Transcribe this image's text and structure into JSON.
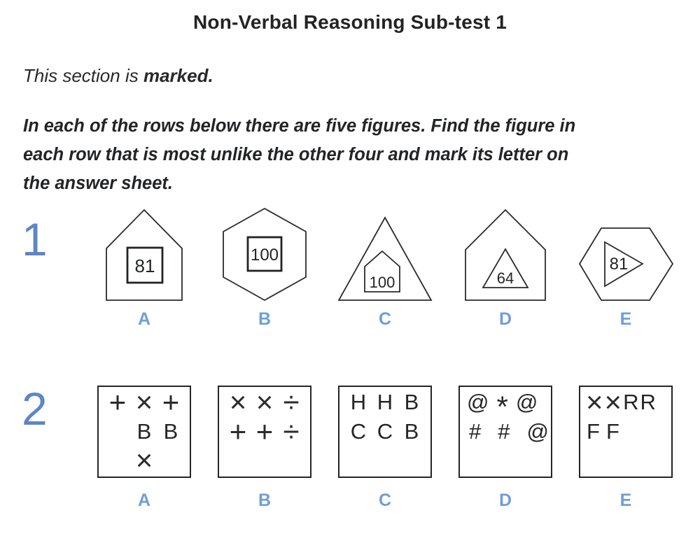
{
  "title": "Non-Verbal Reasoning Sub-test 1",
  "note": {
    "prefix": "This section is ",
    "emphasis": "marked."
  },
  "instructions": {
    "lines": [
      "In each of the rows below there are five figures. Find the figure in",
      "each row that is most unlike the other four and mark its letter on",
      "the answer sheet."
    ]
  },
  "colors": {
    "question_number_blue": "#5d85c8",
    "option_label_blue": "#6f9ed8",
    "ink": "#232426"
  },
  "q1": {
    "number": "1",
    "figures": [
      {
        "label": "A",
        "outer": "house-pentagon",
        "inner": "square",
        "value": "81"
      },
      {
        "label": "B",
        "outer": "hexagon-vertical",
        "inner": "square",
        "value": "100"
      },
      {
        "label": "C",
        "outer": "triangle",
        "inner": "house-pentagon",
        "value": "100"
      },
      {
        "label": "D",
        "outer": "house-pentagon",
        "inner": "triangle",
        "value": "64"
      },
      {
        "label": "E",
        "outer": "hexagon-horizontal",
        "inner": "triangle-right",
        "value": "81"
      }
    ]
  },
  "q2": {
    "number": "2",
    "boxes": [
      {
        "label": "A",
        "rows": [
          [
            "+",
            "×",
            "+"
          ],
          [
            "",
            "B",
            "B"
          ],
          [
            "",
            "×",
            ""
          ]
        ]
      },
      {
        "label": "B",
        "rows": [
          [
            "×",
            "×",
            "÷"
          ],
          [
            "+",
            "+",
            "÷"
          ],
          [
            "",
            "",
            ""
          ]
        ]
      },
      {
        "label": "C",
        "rows": [
          [
            "H",
            "H",
            "B"
          ],
          [
            "C",
            "C",
            "B"
          ],
          [
            "",
            "",
            ""
          ]
        ]
      },
      {
        "label": "D",
        "rows": [
          [
            "@",
            "*",
            "@"
          ],
          [
            "#",
            "#",
            "@"
          ]
        ]
      },
      {
        "label": "E",
        "rows": [
          [
            "×",
            "×",
            "R",
            "R"
          ],
          [
            "F",
            "F"
          ]
        ]
      }
    ]
  }
}
